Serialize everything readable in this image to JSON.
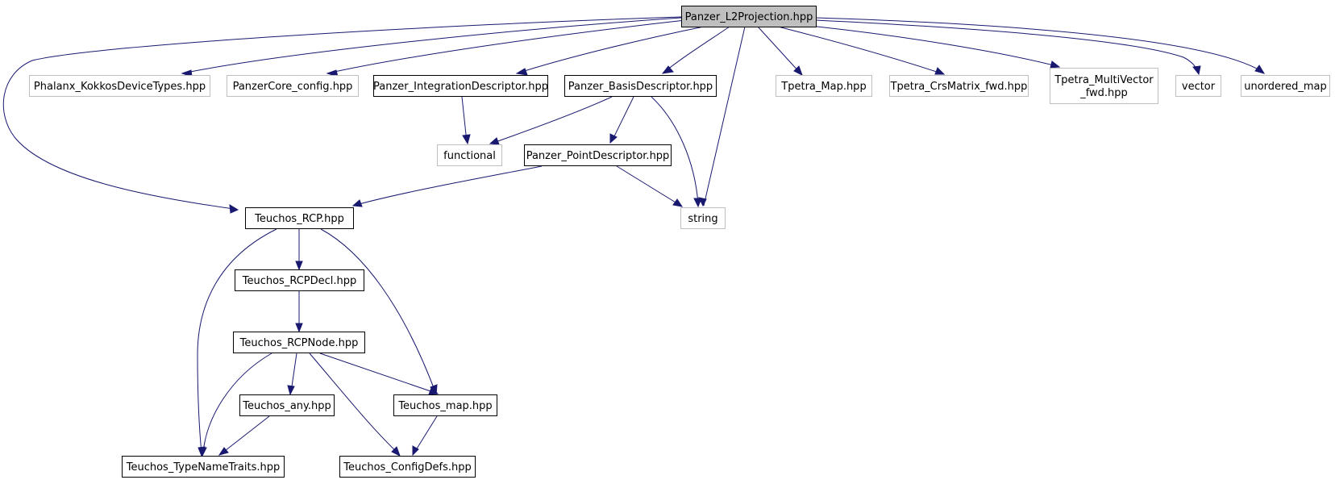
{
  "diagram": {
    "type": "include-dependency-graph",
    "colors": {
      "edge": "#191970",
      "root_fill": "#bfbfbf",
      "node_fill": "#ffffff",
      "documented_border": "#000000",
      "external_border": "#bfbfbf"
    },
    "nodes": [
      {
        "id": "root",
        "label": "Panzer_L2Projection.hpp",
        "kind": "root"
      },
      {
        "id": "phalanx",
        "label": "Phalanx_KokkosDeviceTypes.hpp",
        "kind": "external"
      },
      {
        "id": "panzercore",
        "label": "PanzerCore_config.hpp",
        "kind": "external"
      },
      {
        "id": "integ",
        "label": "Panzer_IntegrationDescriptor.hpp",
        "kind": "documented"
      },
      {
        "id": "basis",
        "label": "Panzer_BasisDescriptor.hpp",
        "kind": "documented"
      },
      {
        "id": "tmap",
        "label": "Tpetra_Map.hpp",
        "kind": "external"
      },
      {
        "id": "tcrs",
        "label": "Tpetra_CrsMatrix_fwd.hpp",
        "kind": "external"
      },
      {
        "id": "tmv",
        "label": "Tpetra_MultiVector\n_fwd.hpp",
        "kind": "external"
      },
      {
        "id": "vector",
        "label": "vector",
        "kind": "external"
      },
      {
        "id": "umap",
        "label": "unordered_map",
        "kind": "external"
      },
      {
        "id": "functional",
        "label": "functional",
        "kind": "external"
      },
      {
        "id": "point",
        "label": "Panzer_PointDescriptor.hpp",
        "kind": "documented"
      },
      {
        "id": "string",
        "label": "string",
        "kind": "external"
      },
      {
        "id": "rcp",
        "label": "Teuchos_RCP.hpp",
        "kind": "documented"
      },
      {
        "id": "rcpdecl",
        "label": "Teuchos_RCPDecl.hpp",
        "kind": "documented"
      },
      {
        "id": "rcpnode",
        "label": "Teuchos_RCPNode.hpp",
        "kind": "documented"
      },
      {
        "id": "any",
        "label": "Teuchos_any.hpp",
        "kind": "documented"
      },
      {
        "id": "tmaphpp",
        "label": "Teuchos_map.hpp",
        "kind": "documented"
      },
      {
        "id": "typename",
        "label": "Teuchos_TypeNameTraits.hpp",
        "kind": "documented"
      },
      {
        "id": "configdefs",
        "label": "Teuchos_ConfigDefs.hpp",
        "kind": "documented"
      }
    ],
    "edges": [
      {
        "from": "root",
        "to": "rcp"
      },
      {
        "from": "root",
        "to": "phalanx"
      },
      {
        "from": "root",
        "to": "panzercore"
      },
      {
        "from": "root",
        "to": "integ"
      },
      {
        "from": "root",
        "to": "basis"
      },
      {
        "from": "root",
        "to": "string"
      },
      {
        "from": "root",
        "to": "tmap"
      },
      {
        "from": "root",
        "to": "tcrs"
      },
      {
        "from": "root",
        "to": "tmv"
      },
      {
        "from": "root",
        "to": "vector"
      },
      {
        "from": "root",
        "to": "umap"
      },
      {
        "from": "integ",
        "to": "functional"
      },
      {
        "from": "basis",
        "to": "functional"
      },
      {
        "from": "basis",
        "to": "point"
      },
      {
        "from": "basis",
        "to": "string"
      },
      {
        "from": "point",
        "to": "rcp"
      },
      {
        "from": "point",
        "to": "string"
      },
      {
        "from": "rcp",
        "to": "rcpdecl"
      },
      {
        "from": "rcp",
        "to": "typename"
      },
      {
        "from": "rcp",
        "to": "tmaphpp"
      },
      {
        "from": "rcpdecl",
        "to": "rcpnode"
      },
      {
        "from": "rcpnode",
        "to": "any"
      },
      {
        "from": "rcpnode",
        "to": "tmaphpp"
      },
      {
        "from": "rcpnode",
        "to": "typename"
      },
      {
        "from": "rcpnode",
        "to": "configdefs"
      },
      {
        "from": "any",
        "to": "typename"
      },
      {
        "from": "tmaphpp",
        "to": "configdefs"
      }
    ]
  }
}
